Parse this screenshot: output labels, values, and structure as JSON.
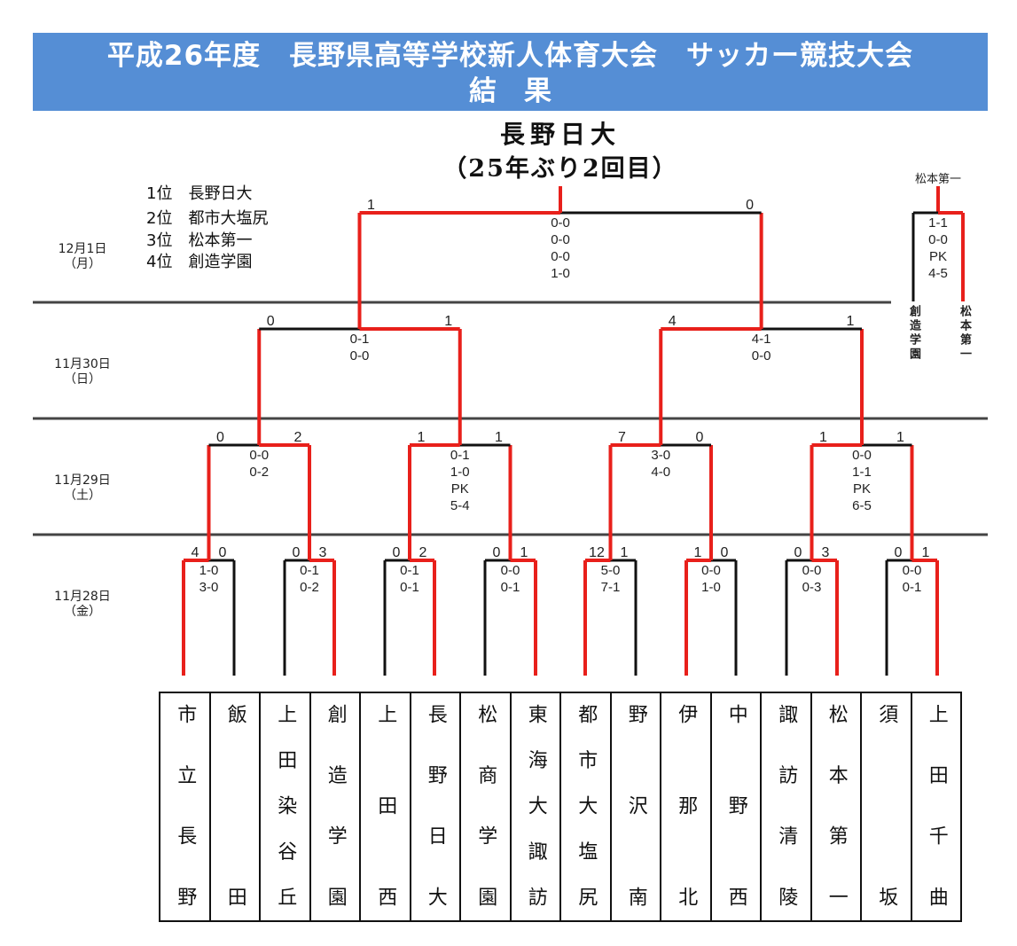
{
  "header": {
    "title": "平成26年度　長野県高等学校新人体育大会　サッカー競技大会",
    "subtitle": "結　果"
  },
  "champion": {
    "name": "長野日大",
    "note": "（25年ぶり2回目）"
  },
  "ranking": [
    "1位　長野日大",
    "2位　都市大塩尻",
    "3位　松本第一",
    "4位　創造学園"
  ],
  "dates": [
    {
      "date": "12月1日",
      "day": "（月）"
    },
    {
      "date": "11月30日",
      "day": "（日）"
    },
    {
      "date": "11月29日",
      "day": "（土）"
    },
    {
      "date": "11月28日",
      "day": "（金）"
    }
  ],
  "teams": [
    "市立長野",
    "飯田",
    "上田染谷丘",
    "創造学園",
    "上田西",
    "長野日大",
    "松商学園",
    "東海大諏訪",
    "都市大塩尻",
    "野沢南",
    "伊那北",
    "中野西",
    "諏訪清陵",
    "松本第一",
    "須坂",
    "上田千曲"
  ],
  "rounds": [
    [
      {
        "scores": [
          "4",
          "0"
        ],
        "details": [
          "1-0",
          "3-0"
        ],
        "winner": 0
      },
      {
        "scores": [
          "0",
          "3"
        ],
        "details": [
          "0-1",
          "0-2"
        ],
        "winner": 1
      },
      {
        "scores": [
          "0",
          "2"
        ],
        "details": [
          "0-1",
          "0-1"
        ],
        "winner": 1
      },
      {
        "scores": [
          "0",
          "1"
        ],
        "details": [
          "0-0",
          "0-1"
        ],
        "winner": 1
      },
      {
        "scores": [
          "12",
          "1"
        ],
        "details": [
          "5-0",
          "7-1"
        ],
        "winner": 0
      },
      {
        "scores": [
          "1",
          "0"
        ],
        "details": [
          "0-0",
          "1-0"
        ],
        "winner": 0
      },
      {
        "scores": [
          "0",
          "3"
        ],
        "details": [
          "0-0",
          "0-3"
        ],
        "winner": 1
      },
      {
        "scores": [
          "0",
          "1"
        ],
        "details": [
          "0-0",
          "0-1"
        ],
        "winner": 1
      }
    ],
    [
      {
        "scores": [
          "0",
          "2"
        ],
        "details": [
          "0-0",
          "0-2"
        ],
        "winner": 1
      },
      {
        "scores": [
          "1",
          "1"
        ],
        "details": [
          "0-1",
          "1-0",
          "PK",
          "5-4"
        ],
        "winner": 0
      },
      {
        "scores": [
          "7",
          "0"
        ],
        "details": [
          "3-0",
          "4-0"
        ],
        "winner": 0
      },
      {
        "scores": [
          "1",
          "1"
        ],
        "details": [
          "0-0",
          "1-1",
          "PK",
          "6-5"
        ],
        "winner": 0
      }
    ],
    [
      {
        "scores": [
          "0",
          "1"
        ],
        "details": [
          "0-1",
          "0-0"
        ],
        "winner": 1
      },
      {
        "scores": [
          "4",
          "1"
        ],
        "details": [
          "4-1",
          "0-0"
        ],
        "winner": 0
      }
    ],
    [
      {
        "scores": [
          "1",
          "0"
        ],
        "details": [
          "0-0",
          "0-0",
          "0-0",
          "1-0"
        ],
        "winner": 0
      }
    ]
  ],
  "third_place": {
    "winner_label": "松本第一",
    "teams": [
      "創造学園",
      "松本第一"
    ],
    "details": [
      "1-1",
      "0-0",
      "PK",
      "4-5"
    ],
    "winner": 1
  },
  "colors": {
    "header": "#558ed5",
    "winner_line": "#e8201b",
    "line": "#111111"
  }
}
